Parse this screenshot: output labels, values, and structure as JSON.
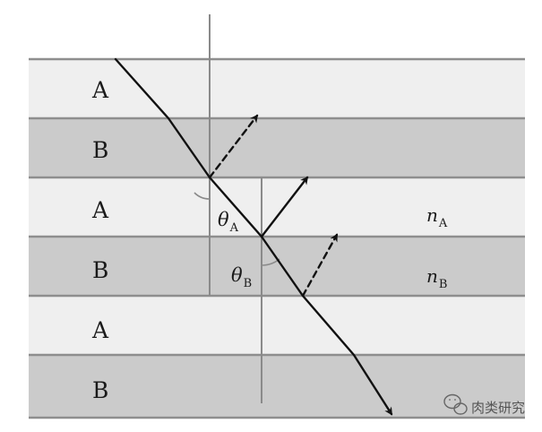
{
  "layers": [
    {
      "label": "A",
      "material": "A"
    },
    {
      "label": "B",
      "material": "B"
    },
    {
      "label": "A",
      "material": "A"
    },
    {
      "label": "B",
      "material": "B"
    },
    {
      "label": "A",
      "material": "A"
    },
    {
      "label": "B",
      "material": "B"
    }
  ],
  "angle_a": {
    "symbol": "θ",
    "sub": "A"
  },
  "angle_b": {
    "symbol": "θ",
    "sub": "B"
  },
  "index_a": {
    "symbol": "n",
    "sub": "A"
  },
  "index_b": {
    "symbol": "n",
    "sub": "B"
  },
  "watermark": {
    "text": "肉类研究",
    "icon": "wechat-icon"
  },
  "colors": {
    "layer_a": "#efefef",
    "layer_b": "#cbcbcb",
    "interface": "#8e8e8e",
    "ray": "#111111",
    "normal": "#8a8a8a"
  }
}
